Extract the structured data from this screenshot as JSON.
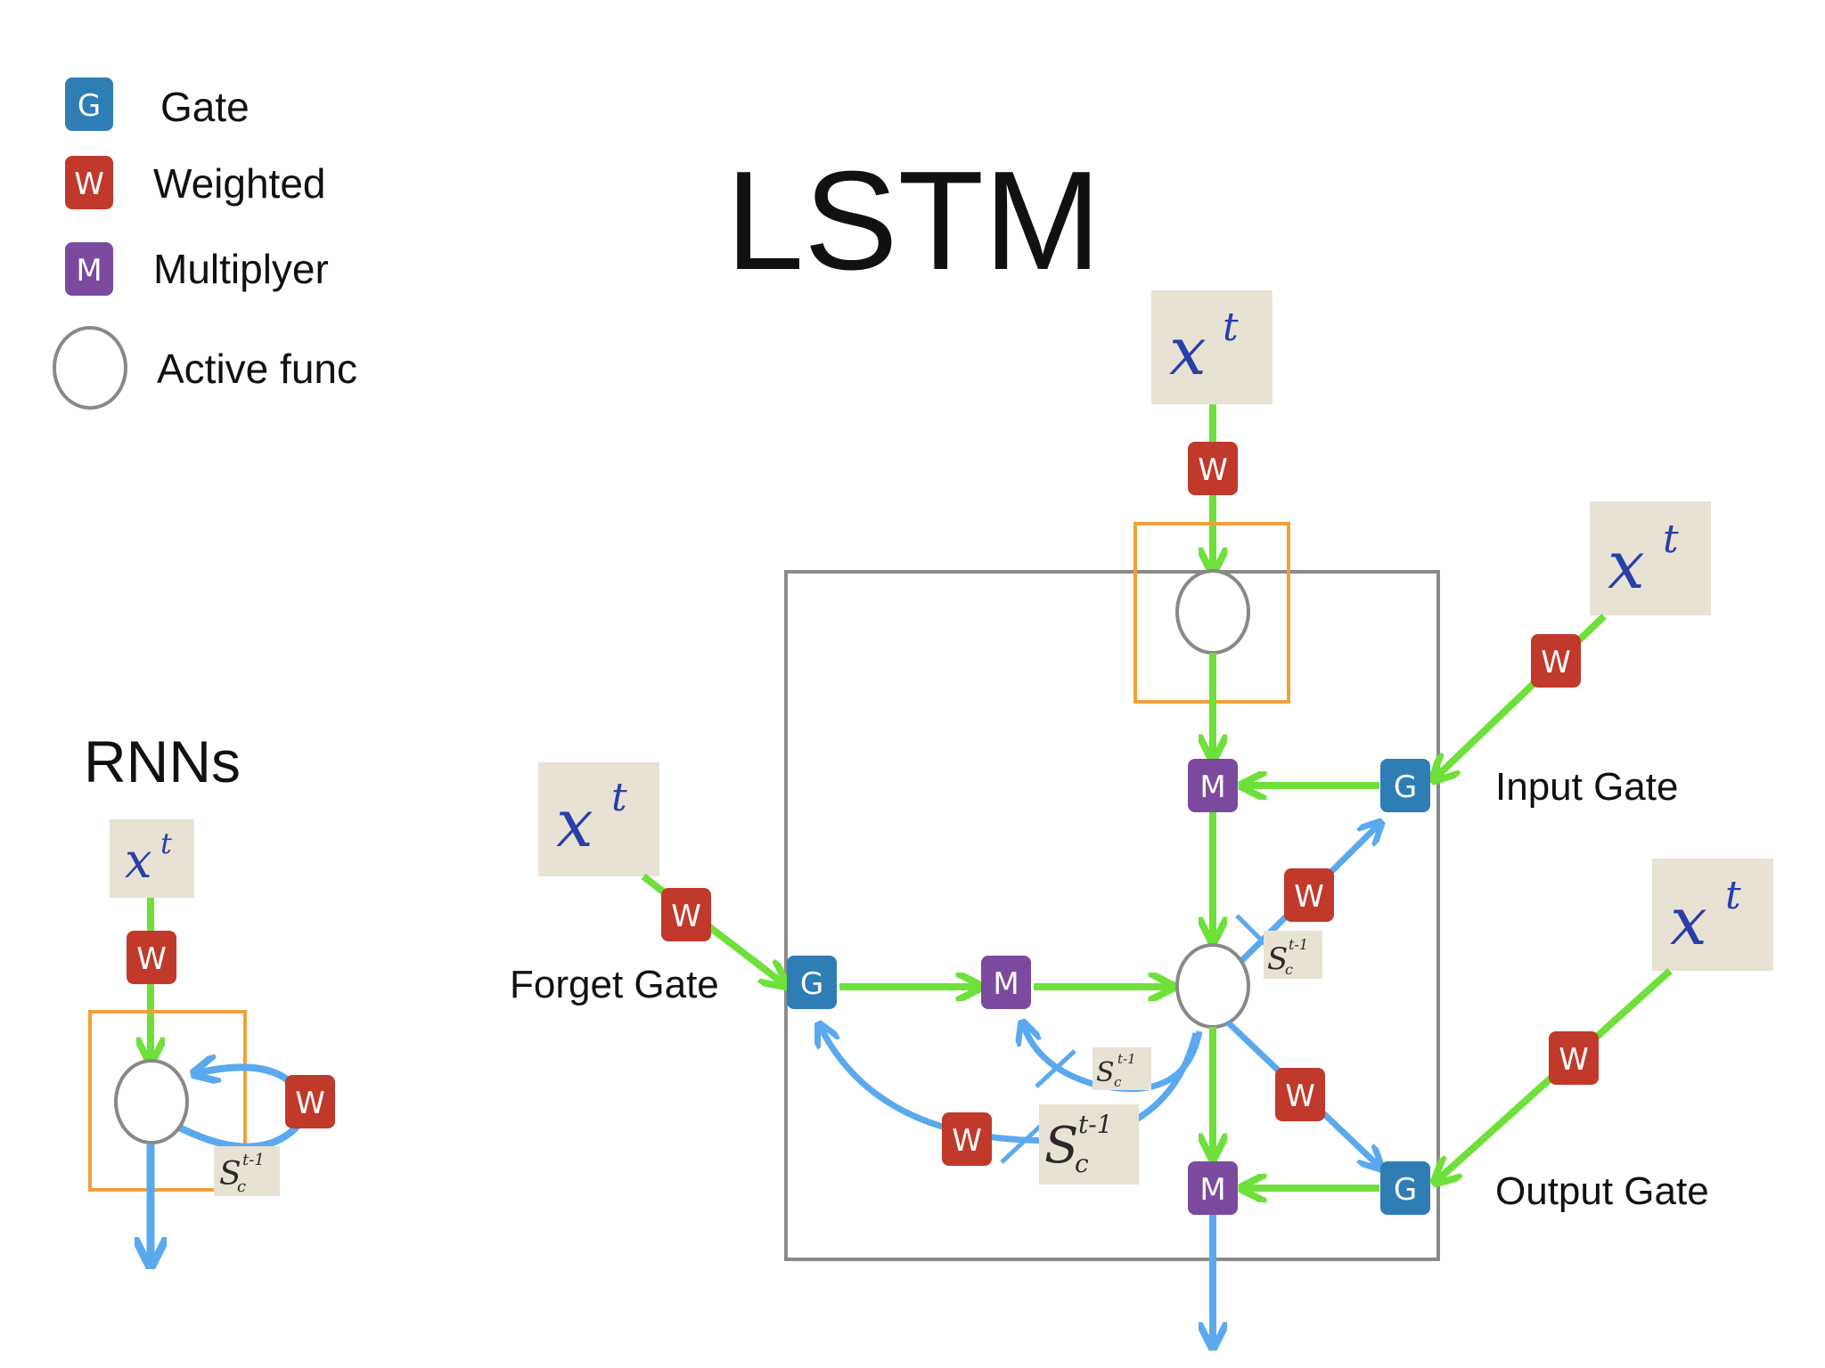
{
  "title": "LSTM",
  "legend": [
    {
      "glyph": "G",
      "label": "Gate",
      "color": "#2e7db5"
    },
    {
      "glyph": "W",
      "label": "Weighted",
      "color": "#c0392b"
    },
    {
      "glyph": "M",
      "label": "Multiplyer",
      "color": "#7b4a9e"
    },
    {
      "glyph": "",
      "label": "Active func",
      "color": "#888888"
    }
  ],
  "rnn": {
    "title": "RNNs"
  },
  "nodes": {
    "gate": "G",
    "weighted": "W",
    "multiplier": "M",
    "input_base": "x",
    "input_sup": "t",
    "state_base": "S",
    "state_sup": "t-1",
    "state_sub": "c"
  },
  "gate_labels": {
    "forget": "Forget Gate",
    "input": "Input Gate",
    "output": "Output Gate"
  },
  "colors": {
    "green_flow": "#6ee03a",
    "blue_flow": "#5aa9ee",
    "box_border": "#8a8a8a",
    "highlight": "#f0a03a",
    "gate": "#2e7db5",
    "weighted": "#c0392b",
    "multiplier": "#7b4a9e"
  }
}
